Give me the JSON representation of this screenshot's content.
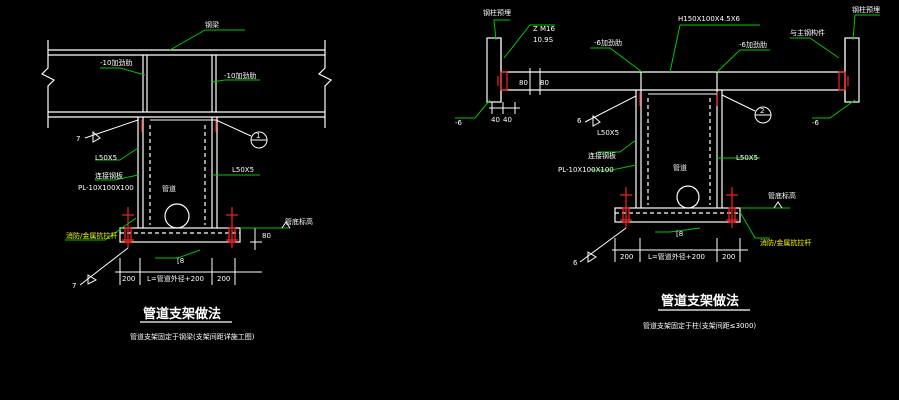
{
  "colors": {
    "background": "#000000",
    "structure": "#ffffff",
    "leader": "#00c800",
    "dim": "#ffffff",
    "red": "#ff2020",
    "yellow": "#ffff00",
    "cyan": "#00ffff"
  },
  "left": {
    "labels": {
      "beam": "钢梁",
      "rib1": "-10加劲肋",
      "rib2": "-10加劲肋",
      "angle_left": "L50X5",
      "weld_plate": "连接钢板",
      "pl": "PL-10X100X100",
      "angle_right": "L50X5",
      "pipe": "管道",
      "anchor": "消防/金属抗拉杆",
      "channel": "[8",
      "elev": "管底标高",
      "weld_a": "7",
      "weld_b": "7",
      "callout": "1",
      "dim_a": "200",
      "dim_b": "L=管道外径+200",
      "dim_c": "200",
      "h_dim": "80"
    },
    "title": "管道支架做法",
    "subtitle": "管道支架固定于钢梁(支架间距详施工图)"
  },
  "right": {
    "labels": {
      "steel_col_l": "钢柱预埋",
      "bolt": "Z M16",
      "grade": "10.9S",
      "h_beam": "H150X100X4.5X6",
      "rib_left": "-6加劲肋",
      "rib_right": "-6加劲肋",
      "conn": "与主钢构件",
      "steel_col_r": "钢柱预埋",
      "plate_l": "-6",
      "plate_r": "-6",
      "spacing": "40",
      "spacing2": "40",
      "d1": "80",
      "d2": "80",
      "weld_a": "6",
      "weld_b": "6",
      "callout": "2",
      "angle_left": "L50X5",
      "angle_right": "L50X5",
      "weld_plate": "连接钢板",
      "pl": "PL-10X100X100",
      "pipe": "管道",
      "channel": "[8",
      "elev": "管底标高",
      "anchor": "消防/金属抗拉杆",
      "dim_a": "200",
      "dim_b": "L=管道外径+200",
      "dim_c": "200"
    },
    "title": "管道支架做法",
    "subtitle": "管道支架固定于柱(支架间距≤3000)"
  }
}
